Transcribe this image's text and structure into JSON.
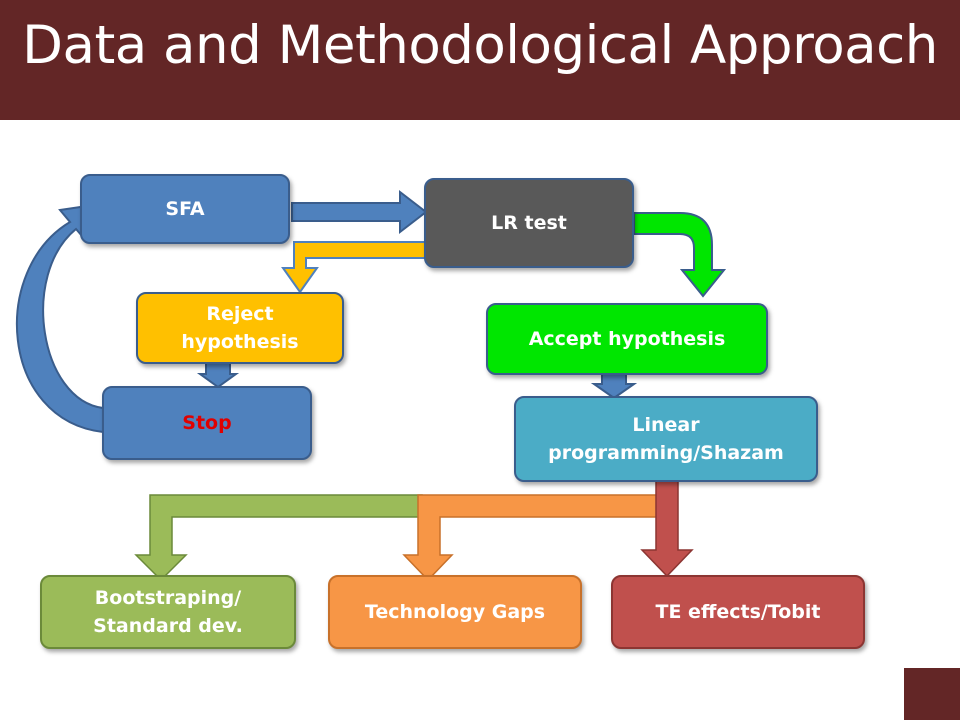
{
  "slide": {
    "title": "Data and Methodological Approach"
  },
  "nodes": {
    "sfa": "SFA",
    "lr_test": "LR test",
    "reject": "Reject hypothesis",
    "accept": "Accept hypothesis",
    "stop": "Stop",
    "linear": "Linear programming/Shazam",
    "bootstrap": "Bootstraping/ Standard dev.",
    "tech_gaps": "Technology Gaps",
    "te_effects": "TE effects/Tobit"
  },
  "colors": {
    "banner": "#632626",
    "sfa": "#4f81bd",
    "lr_test": "#595959",
    "reject": "#ffc000",
    "accept": "#00e600",
    "stop": "#4f81bd",
    "stop_text": "#e00000",
    "linear": "#4bacc6",
    "bootstrap": "#9bbb59",
    "tech_gaps": "#f79646",
    "te_effects": "#c0504d"
  }
}
